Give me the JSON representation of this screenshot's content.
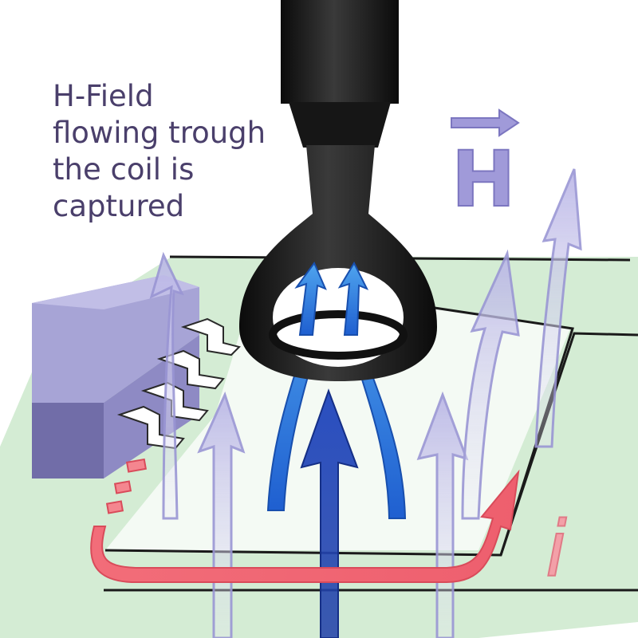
{
  "caption": {
    "lines": [
      "H-Field",
      "flowing trough",
      "the coil is",
      "captured"
    ]
  },
  "labels": {
    "field_symbol": "H",
    "current_symbol": "i"
  },
  "colors": {
    "caption_text": "#4a3f6b",
    "board_green": "#d4ecd4",
    "board_line": "#1a1a1a",
    "component_body": "#a7a4d6",
    "field_arrow_light": "#c9c6ea",
    "field_arrow_dark": "#1f3fa8",
    "field_arrow_blue": "#3d7fd9",
    "current_arrow": "#f06a78",
    "probe_black": "#1b1b1b",
    "h_symbol": "#9f9ad8",
    "i_symbol": "#f3a0a8"
  },
  "icons": {
    "probe": "near-field-probe-icon",
    "component": "ic-chip-icon",
    "field_vector": "vector-arrow-icon"
  }
}
